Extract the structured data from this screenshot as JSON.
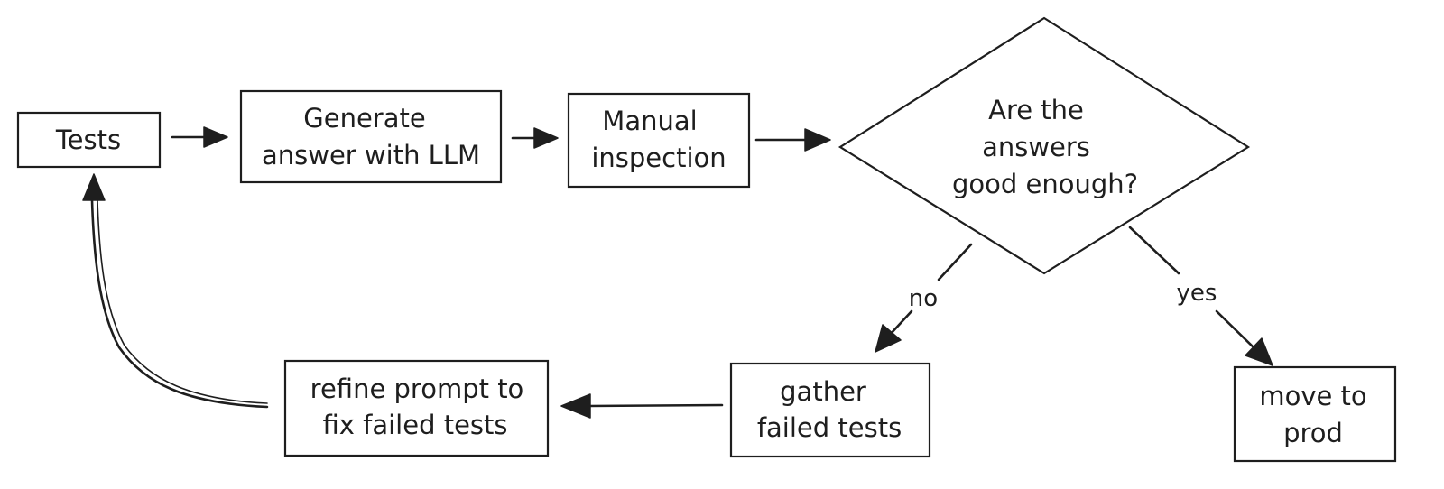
{
  "nodes": {
    "tests": {
      "lines": [
        "Tests"
      ]
    },
    "generate": {
      "lines": [
        "Generate",
        "answer with LLM"
      ]
    },
    "manual": {
      "lines": [
        "Manual",
        "inspection"
      ]
    },
    "decision": {
      "lines": [
        "Are the",
        "answers",
        "good enough?"
      ]
    },
    "gather": {
      "lines": [
        "gather",
        "failed tests"
      ]
    },
    "refine": {
      "lines": [
        "refine prompt to",
        "fix failed tests"
      ]
    },
    "prod": {
      "lines": [
        "move to",
        "prod"
      ]
    }
  },
  "edges": {
    "no_label": "no",
    "yes_label": "yes"
  }
}
